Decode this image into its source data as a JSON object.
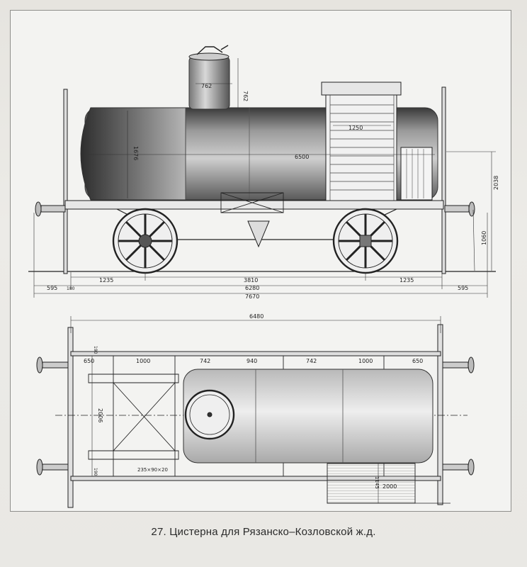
{
  "caption": "27. Цистерна для Рязанско–Козловской ж.д.",
  "side_view": {
    "dims": {
      "dome_width": "762",
      "dome_height": "762",
      "tank_diameter": "1676",
      "booth_width": "1250",
      "tank_length": "6500",
      "height_total": "2038",
      "buffer_height": "1060",
      "overhang_left": "1235",
      "wheelbase": "3810",
      "overhang_right": "1235",
      "buffer_left": "595",
      "small_left": "180",
      "frame_length": "6280",
      "buffer_right": "595",
      "overall_length": "7670"
    }
  },
  "plan_view": {
    "dims": {
      "top_length": "6480",
      "seg_1": "650",
      "seg_2": "1000",
      "seg_3": "742",
      "seg_4": "940",
      "seg_5": "742",
      "seg_6": "1000",
      "seg_7": "650",
      "frame_width": "2006",
      "small_top": "190",
      "small_bottom": "190",
      "beam_note": "235×90×20",
      "platform_dim": "1145",
      "platform_width": "2000"
    }
  }
}
